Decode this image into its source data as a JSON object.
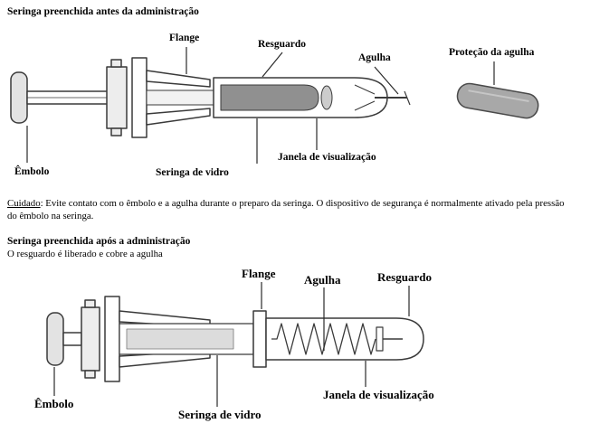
{
  "section_before": {
    "title": "Seringa preenchida antes da administração",
    "labels": {
      "flange": "Flange",
      "resguardo": "Resguardo",
      "agulha": "Agulha",
      "protecao_agulha": "Proteção da agulha",
      "embolo": "Êmbolo",
      "seringa_de_vidro": "Seringa de vidro",
      "janela_de_visualizacao": "Janela de visualização"
    }
  },
  "caution": {
    "label": "Cuidado",
    "text": ": Evite contato com o êmbolo e a agulha durante o preparo da seringa. O dispositivo de segurança é normalmente ativado pela pressão do êmbolo na seringa."
  },
  "section_after": {
    "title": "Seringa preenchida após a administração",
    "subtitle": "O resguardo é liberado e cobre a agulha",
    "labels": {
      "flange": "Flange",
      "agulha": "Agulha",
      "resguardo": "Resguardo",
      "embolo": "Êmbolo",
      "seringa_de_vidro": "Seringa de vidro",
      "janela_de_visualizacao": "Janela de visualização"
    }
  },
  "colors": {
    "line": "#3a3a3a",
    "text": "#000000",
    "drug_fill": "#909090",
    "needle_cap_fill": "#a8a8a8",
    "plastic_fill": "#e3e3e3",
    "background": "#ffffff"
  }
}
